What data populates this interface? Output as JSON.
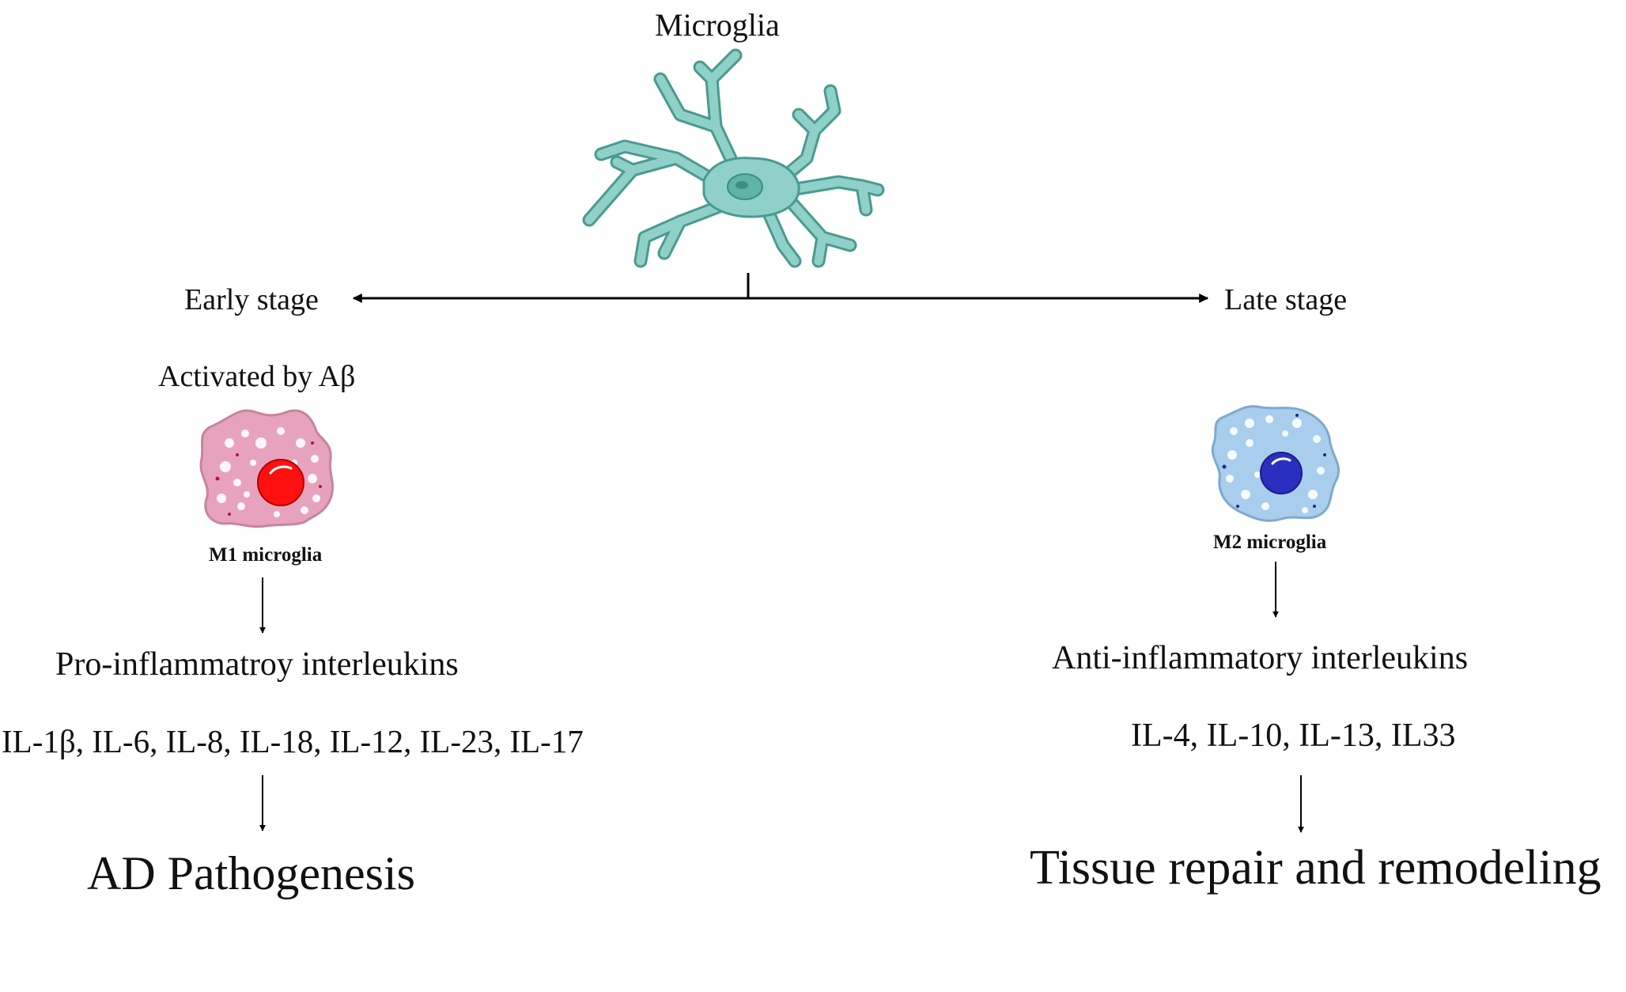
{
  "title": "Microglia",
  "stages": {
    "early": "Early stage",
    "late": "Late stage"
  },
  "left_branch": {
    "trigger": "Activated by Aβ",
    "cell_label": "M1 microglia",
    "cytokine_class": "Pro-inflammatroy interleukins",
    "cytokines": "IL-1β, IL-6, IL-8, IL-18, IL-12, IL-23, IL-17",
    "outcome": "AD Pathogenesis"
  },
  "right_branch": {
    "cell_label": "M2 microglia",
    "cytokine_class": "Anti-inflammatory interleukins",
    "cytokines": "IL-4, IL-10, IL-13, IL33",
    "outcome": "Tissue repair and remodeling"
  },
  "colors": {
    "microglia_body": "#8fd1c8",
    "microglia_outline": "#4a9a90",
    "m1_body": "#e7a3bd",
    "m1_nucleus": "#ff1010",
    "m2_body": "#a9cdec",
    "m2_nucleus": "#2b2fbf"
  }
}
